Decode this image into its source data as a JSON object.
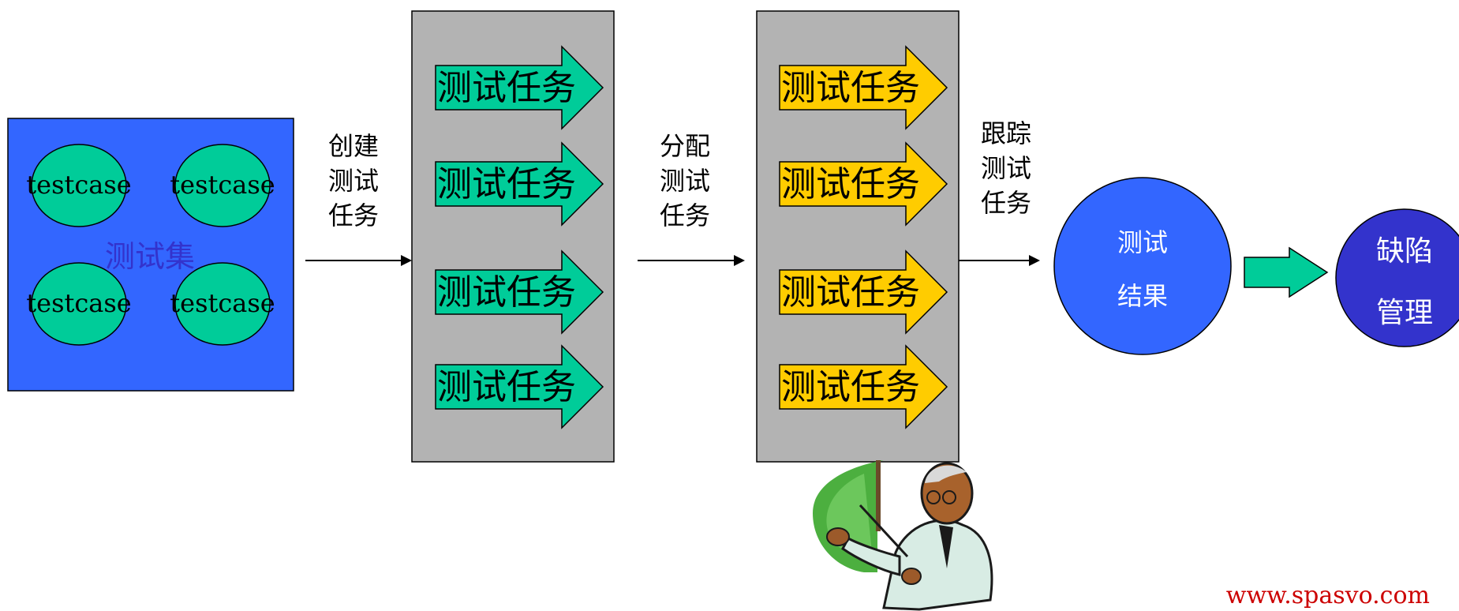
{
  "test_set": {
    "label": "测试集",
    "testcases": [
      "testcase",
      "testcase",
      "testcase",
      "testcase"
    ]
  },
  "steps": {
    "create": [
      "创建",
      "测试",
      "任务"
    ],
    "assign": [
      "分配",
      "测试",
      "任务"
    ],
    "track": [
      "跟踪",
      "测试",
      "任务"
    ]
  },
  "created_tasks": [
    "测试任务",
    "测试任务",
    "测试任务",
    "测试任务"
  ],
  "assigned_tasks": [
    "测试任务",
    "测试任务",
    "测试任务",
    "测试任务"
  ],
  "result": [
    "测试",
    "结果"
  ],
  "defect": [
    "缺陷",
    "管理"
  ],
  "footer": {
    "url": "www.spasvo.com"
  },
  "colors": {
    "test_set_bg": "#3366ff",
    "testcase_fill": "#00cc99",
    "panel_gray": "#b3b3b3",
    "task_green": "#00cc99",
    "task_yellow": "#ffcc00",
    "result_blue": "#3366ff",
    "defect_blue": "#3333cc",
    "url_red": "#cc0000"
  }
}
